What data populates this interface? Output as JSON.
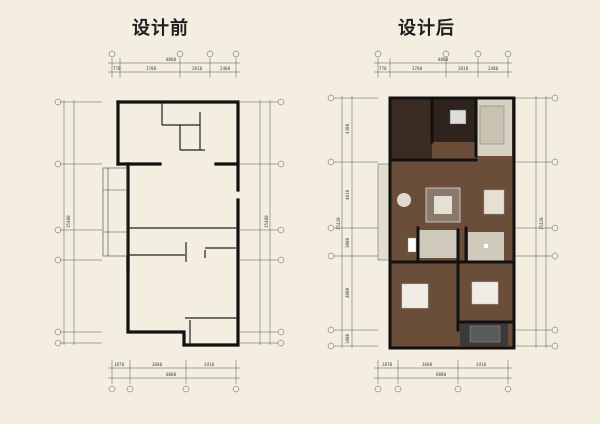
{
  "titles": {
    "before": "设计前",
    "after": "设计后"
  },
  "dimensions": {
    "before_top_total": "8880",
    "before_top_segments": [
      "770",
      "3700",
      "2010",
      "2400"
    ],
    "before_bottom_total": "8880",
    "before_bottom_segments": [
      "1870",
      "3600",
      "3410"
    ],
    "before_left_total": "15400",
    "before_right_total": "15400",
    "after_top_total": "8880",
    "after_top_segments": [
      "770",
      "3700",
      "2010",
      "2400"
    ],
    "after_bottom_total": "8880",
    "after_bottom_segments": [
      "1870",
      "3600",
      "3410"
    ],
    "after_side_segments": [
      "4300",
      "4010",
      "3000",
      "4000",
      "1800"
    ],
    "after_left_total": "15420",
    "after_right_total": "15420"
  },
  "colors": {
    "background": "#f3eee0",
    "wall": "#111111",
    "floor_wood": "#6a4e3a",
    "floor_dark": "#3a2c22",
    "tile": "#d9d4c8"
  }
}
